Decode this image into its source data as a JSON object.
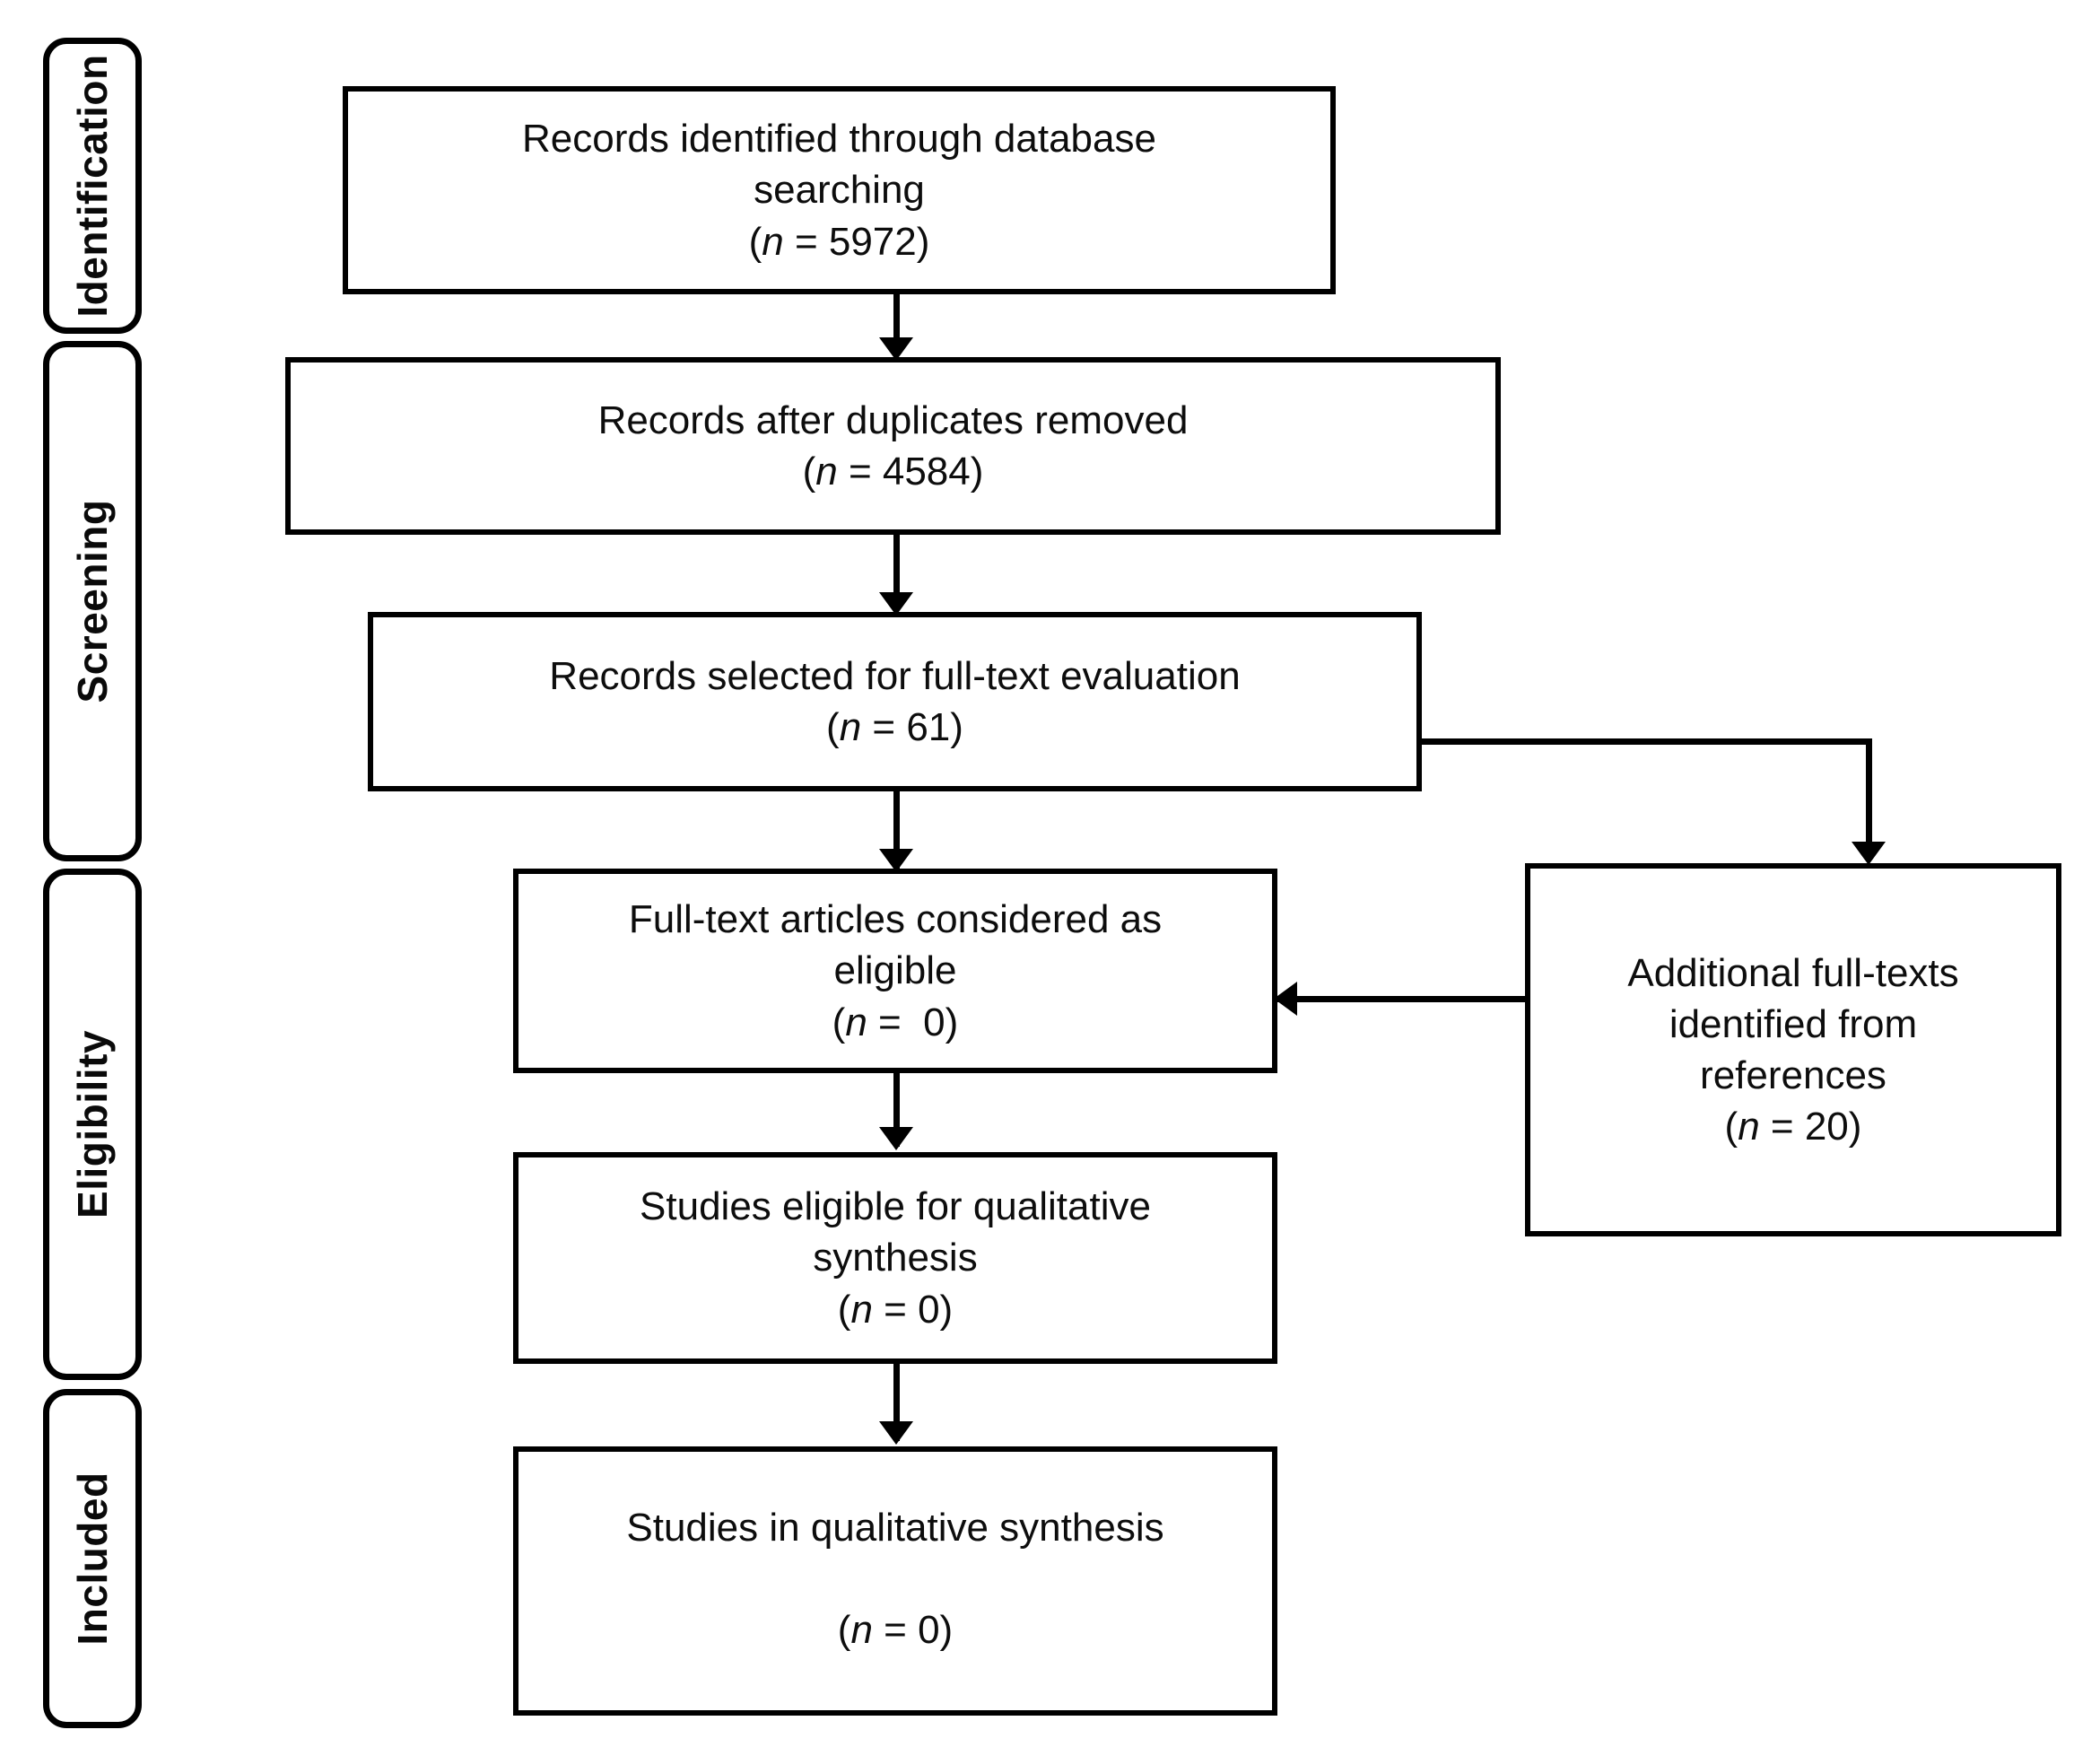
{
  "figure": {
    "type": "prisma-flow-diagram",
    "title": "PRISMA study selection flow diagram"
  },
  "stages": [
    {
      "id": "identification",
      "label": "Identification"
    },
    {
      "id": "screening",
      "label": "Screening"
    },
    {
      "id": "eligibility",
      "label": "Eligibility"
    },
    {
      "id": "included",
      "label": "Included"
    }
  ],
  "boxes": {
    "records_identified": {
      "line1": "Records identified through database",
      "line2": "searching",
      "line3_prefix": "(",
      "line3_n": "n",
      "line3_suffix": " = 5972)",
      "count": 5972
    },
    "records_after_duplicates": {
      "line1": "Records after duplicates removed",
      "line2": "",
      "line3_prefix": "(",
      "line3_n": "n",
      "line3_suffix": " = 4584)",
      "count": 4584
    },
    "records_selected_fulltext": {
      "line1": "Records selected for full-text evaluation",
      "line2": "",
      "line3_prefix": "(",
      "line3_n": "n",
      "line3_suffix": " = 61)",
      "count": 61
    },
    "fulltext_eligible": {
      "line1": "Full-text articles considered as",
      "line2": "eligible",
      "line3_prefix": "(",
      "line3_n": "n",
      "line3_suffix": " =  0)",
      "count": 0
    },
    "studies_eligible_qualitative": {
      "line1": "Studies eligible for qualitative",
      "line2": "synthesis",
      "line3_prefix": "(",
      "line3_n": "n",
      "line3_suffix": " = 0)",
      "count": 0
    },
    "studies_in_qualitative": {
      "line1": "Studies in qualitative synthesis",
      "line2": "",
      "line3_prefix": "(",
      "line3_n": "n",
      "line3_suffix": " = 0)",
      "count": 0
    },
    "additional_fulltexts": {
      "line1": "Additional full-texts",
      "line2": "identified from",
      "line3": "references",
      "line4_prefix": "(",
      "line4_n": "n",
      "line4_suffix": " = 20)",
      "count": 20
    }
  },
  "colors": {
    "stroke": "#000000",
    "background": "#ffffff",
    "text": "#0d0d0d"
  }
}
